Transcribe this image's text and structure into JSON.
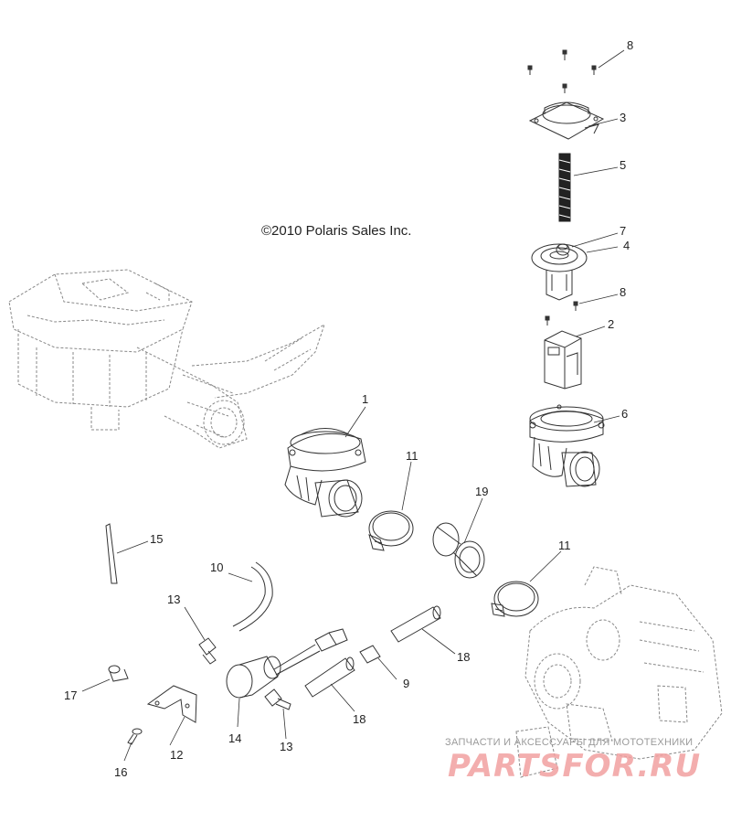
{
  "copyright": "©2010  Polaris Sales Inc.",
  "watermark": {
    "tagline": "ЗАПЧАСТИ И АКСЕССУАРЫ ДЛЯ МОТОТЕХНИКИ",
    "brand": "PARTSFOR.RU",
    "brand_color": "#f2a0a0"
  },
  "callouts": {
    "c1": "1",
    "c2": "2",
    "c3": "3",
    "c4": "4",
    "c5": "5",
    "c6": "6",
    "c7": "7",
    "c8a": "8",
    "c8b": "8",
    "c9": "9",
    "c10": "10",
    "c11a": "11",
    "c11b": "11",
    "c12": "12",
    "c13a": "13",
    "c13b": "13",
    "c14": "14",
    "c15": "15",
    "c16": "16",
    "c17": "17",
    "c18a": "18",
    "c18b": "18",
    "c19": "19"
  }
}
